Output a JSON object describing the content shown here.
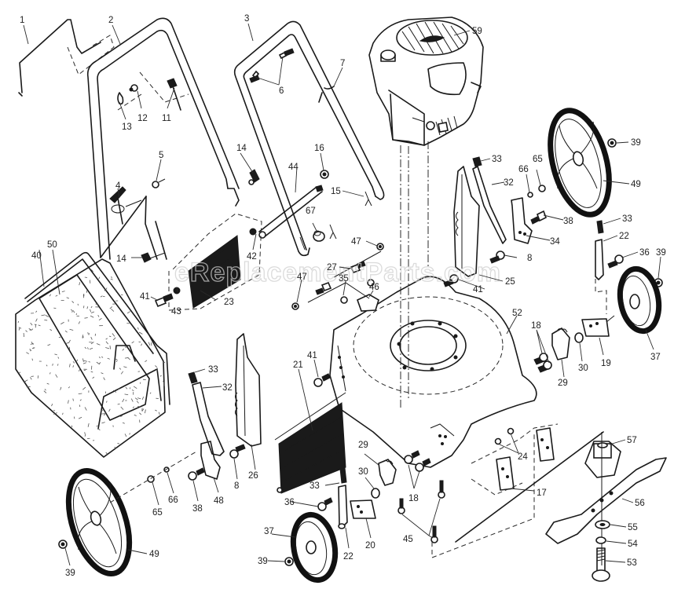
{
  "diagram": {
    "title": "Lawn Mower Exploded Parts Diagram",
    "watermark": "eReplacementParts.com",
    "colors": {
      "line": "#1a1a1a",
      "background": "#ffffff",
      "watermark": "#cfcfcf"
    },
    "components": [
      {
        "id": "engine",
        "label": "Engine",
        "callout": "59"
      },
      {
        "id": "deck",
        "label": "Mower Deck",
        "callout": "52"
      },
      {
        "id": "upper-handle",
        "label": "Upper Handle",
        "callout": "2"
      },
      {
        "id": "lower-handle",
        "label": "Lower Handle",
        "callout": "3"
      },
      {
        "id": "control-bail",
        "label": "Control Bail",
        "callout": "1"
      },
      {
        "id": "grass-bag",
        "label": "Grass Bag",
        "callout": "40"
      },
      {
        "id": "bag-frame",
        "label": "Bag Frame",
        "callout": "50"
      },
      {
        "id": "rear-door",
        "label": "Rear Door",
        "callout": "23"
      },
      {
        "id": "rear-flap",
        "label": "Rear Flap",
        "callout": "21"
      },
      {
        "id": "blade",
        "label": "Blade",
        "callout": "56"
      },
      {
        "id": "blade-adapter",
        "label": "Blade Adapter",
        "callout": "57"
      },
      {
        "id": "rear-wheel-left",
        "label": "Rear Wheel",
        "callout": "49"
      },
      {
        "id": "rear-wheel-right",
        "label": "Rear Wheel",
        "callout": "49"
      },
      {
        "id": "front-wheel-left",
        "label": "Front Wheel",
        "callout": "37"
      },
      {
        "id": "front-wheel-right",
        "label": "Front Wheel",
        "callout": "37"
      }
    ],
    "callouts": [
      {
        "n": "1"
      },
      {
        "n": "2"
      },
      {
        "n": "3"
      },
      {
        "n": "4"
      },
      {
        "n": "5"
      },
      {
        "n": "6"
      },
      {
        "n": "7"
      },
      {
        "n": "11"
      },
      {
        "n": "12"
      },
      {
        "n": "13"
      },
      {
        "n": "14"
      },
      {
        "n": "14"
      },
      {
        "n": "16"
      },
      {
        "n": "15"
      },
      {
        "n": "44"
      },
      {
        "n": "67"
      },
      {
        "n": "42"
      },
      {
        "n": "23"
      },
      {
        "n": "43"
      },
      {
        "n": "41"
      },
      {
        "n": "59"
      },
      {
        "n": "33"
      },
      {
        "n": "32"
      },
      {
        "n": "66"
      },
      {
        "n": "65"
      },
      {
        "n": "39"
      },
      {
        "n": "49"
      },
      {
        "n": "38"
      },
      {
        "n": "34"
      },
      {
        "n": "8"
      },
      {
        "n": "25"
      },
      {
        "n": "41"
      },
      {
        "n": "33"
      },
      {
        "n": "22"
      },
      {
        "n": "36"
      },
      {
        "n": "39"
      },
      {
        "n": "47"
      },
      {
        "n": "27"
      },
      {
        "n": "35"
      },
      {
        "n": "47"
      },
      {
        "n": "46"
      },
      {
        "n": "52"
      },
      {
        "n": "18"
      },
      {
        "n": "29"
      },
      {
        "n": "30"
      },
      {
        "n": "19"
      },
      {
        "n": "37"
      },
      {
        "n": "40"
      },
      {
        "n": "50"
      },
      {
        "n": "41"
      },
      {
        "n": "21"
      },
      {
        "n": "33"
      },
      {
        "n": "32"
      },
      {
        "n": "26"
      },
      {
        "n": "8"
      },
      {
        "n": "48"
      },
      {
        "n": "38"
      },
      {
        "n": "66"
      },
      {
        "n": "65"
      },
      {
        "n": "49"
      },
      {
        "n": "39"
      },
      {
        "n": "29"
      },
      {
        "n": "30"
      },
      {
        "n": "33"
      },
      {
        "n": "18"
      },
      {
        "n": "36"
      },
      {
        "n": "20"
      },
      {
        "n": "22"
      },
      {
        "n": "45"
      },
      {
        "n": "37"
      },
      {
        "n": "39"
      },
      {
        "n": "24"
      },
      {
        "n": "17"
      },
      {
        "n": "57"
      },
      {
        "n": "56"
      },
      {
        "n": "55"
      },
      {
        "n": "54"
      },
      {
        "n": "53"
      }
    ]
  }
}
